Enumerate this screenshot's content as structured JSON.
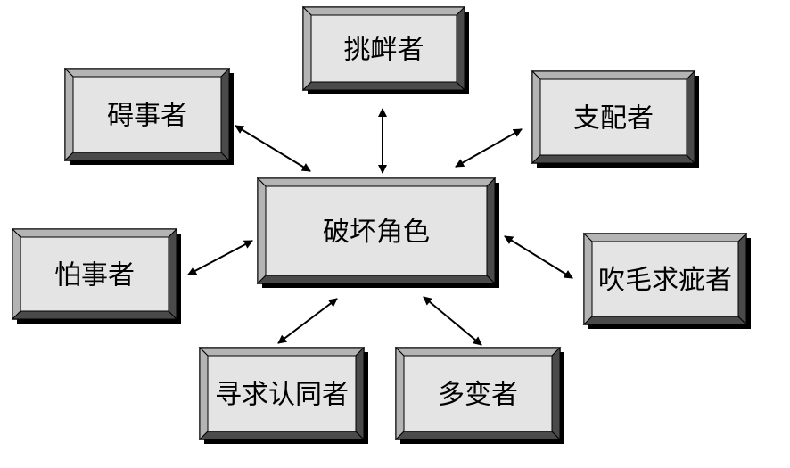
{
  "diagram": {
    "center": {
      "id": "center",
      "label": "破坏角色"
    },
    "roles": [
      {
        "id": "provoker",
        "label": "挑衅者"
      },
      {
        "id": "obstructor",
        "label": "碍事者"
      },
      {
        "id": "dominator",
        "label": "支配者"
      },
      {
        "id": "timid",
        "label": "怕事者"
      },
      {
        "id": "nitpicker",
        "label": "吹毛求疵者"
      },
      {
        "id": "approval-seeker",
        "label": "寻求认同者"
      },
      {
        "id": "changeable",
        "label": "多变者"
      }
    ],
    "edges": [
      {
        "from": "center",
        "to": "provoker",
        "direction": "both"
      },
      {
        "from": "center",
        "to": "obstructor",
        "direction": "both"
      },
      {
        "from": "center",
        "to": "dominator",
        "direction": "both"
      },
      {
        "from": "center",
        "to": "timid",
        "direction": "both"
      },
      {
        "from": "center",
        "to": "nitpicker",
        "direction": "both"
      },
      {
        "from": "center",
        "to": "approval-seeker",
        "direction": "both"
      },
      {
        "from": "center",
        "to": "changeable",
        "direction": "both"
      }
    ]
  },
  "colors": {
    "face": "#e4e4e4",
    "bevel_light": "#b4b4b4",
    "bevel_dark": "#4a4a4a",
    "outline": "#000000",
    "shadow": "#000000",
    "arrow": "#000000"
  }
}
